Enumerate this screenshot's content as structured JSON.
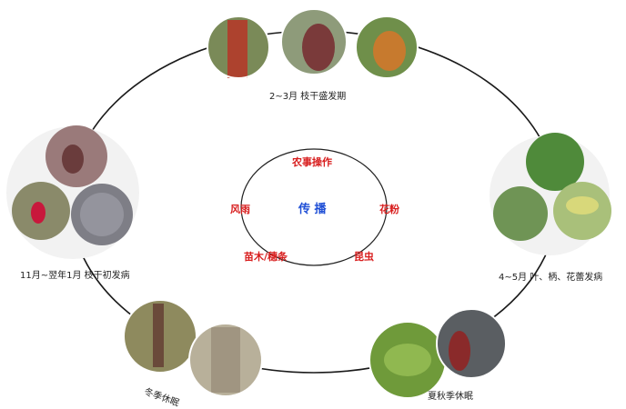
{
  "colors": {
    "ring": "#1a1a1a",
    "inner_ring": "#222222",
    "red_text": "#d81e1e",
    "blue_text": "#1f4fd6",
    "photo_bg": "#e9e9e9"
  },
  "stages": {
    "top": {
      "label": "2~3月 枝干盛发期"
    },
    "right": {
      "label": "4~5月 叶、柄、花蕾发病"
    },
    "bottom_right": {
      "label": "夏秋季休眠"
    },
    "bottom_left": {
      "label": "冬季休眠"
    },
    "left": {
      "label": "11月~翌年1月 枝干初发病"
    }
  },
  "center": {
    "title": "传 播",
    "items": {
      "top": "农事操作",
      "left": "风雨",
      "right": "花粉",
      "bottom_left": "苗木/穗条",
      "bottom_right": "昆虫"
    }
  }
}
